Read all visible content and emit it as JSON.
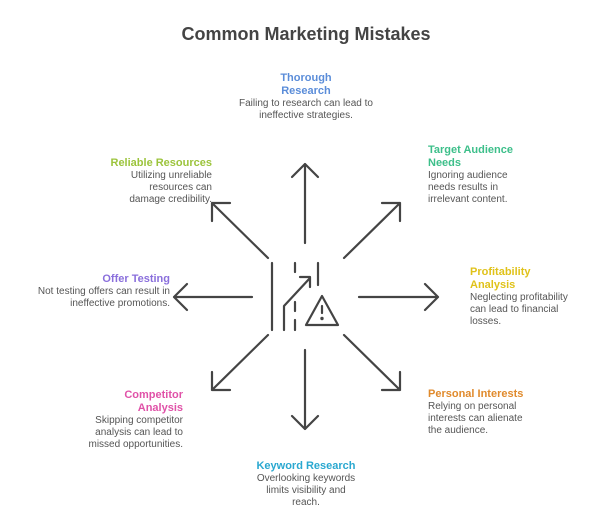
{
  "title": "Common Marketing Mistakes",
  "colors": {
    "stroke": "#444444",
    "thorough": "#5b8dd9",
    "target": "#3dbf8a",
    "reliable": "#9cc43c",
    "offer": "#8a6fdc",
    "profit": "#e0c21a",
    "competitor": "#e052a8",
    "personal": "#e08a2c",
    "keyword": "#2aa8d0"
  },
  "items": {
    "thorough": {
      "heading": "Thorough Research",
      "text": "Failing to research can lead to ineffective strategies."
    },
    "target": {
      "heading": "Target Audience Needs",
      "text": "Ignoring audience needs results in irrelevant content."
    },
    "reliable": {
      "heading": "Reliable Resources",
      "text": "Utilizing unreliable resources can damage credibility."
    },
    "offer": {
      "heading": "Offer Testing",
      "text": "Not testing offers can result in ineffective promotions."
    },
    "profit": {
      "heading": "Profitability Analysis",
      "text": "Neglecting profitability can lead to financial losses."
    },
    "competitor": {
      "heading": "Competitor Analysis",
      "text": "Skipping competitor analysis can lead to missed opportunities."
    },
    "personal": {
      "heading": "Personal Interests",
      "text": "Relying on personal interests can alienate the audience."
    },
    "keyword": {
      "heading": "Keyword Research",
      "text": "Overlooking keywords limits visibility and reach."
    }
  }
}
